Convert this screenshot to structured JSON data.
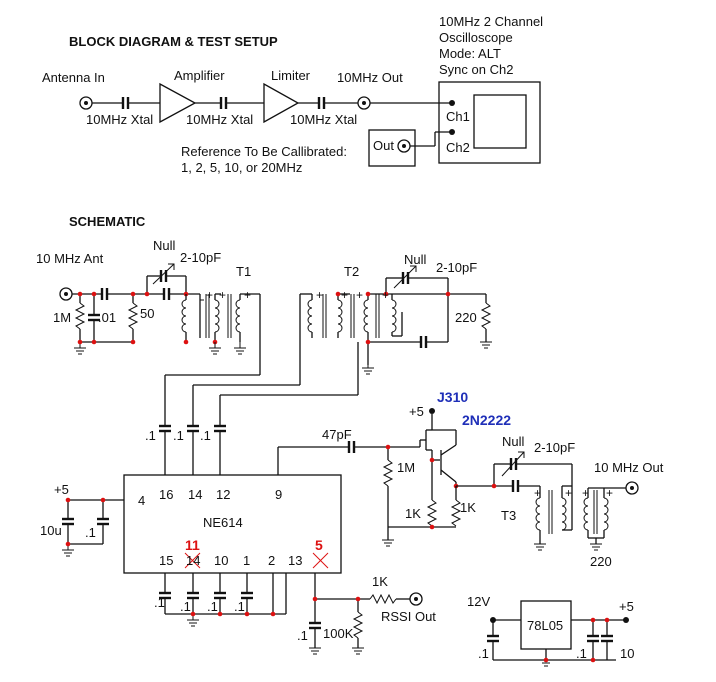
{
  "block": {
    "title": "BLOCK DIAGRAM & TEST SETUP",
    "antenna_in": "Antenna In",
    "amplifier": "Amplifier",
    "limiter": "Limiter",
    "out_10mhz": "10MHz Out",
    "xtal": "10MHz Xtal",
    "scope_line1": "10MHz 2 Channel",
    "scope_line2": "Oscilloscope",
    "scope_line3": "Mode: ALT",
    "scope_line4": "Sync on Ch2",
    "ch1": "Ch1",
    "ch2": "Ch2",
    "ref_out": "Out",
    "ref_line1": "Reference To Be Callibrated:",
    "ref_line2": "1, 2, 5, 10, or 20MHz"
  },
  "schematic": {
    "title": "SCHEMATIC",
    "ant": "10 MHz Ant",
    "null": "Null",
    "trim": "2-10pF",
    "t1": "T1",
    "t2": "T2",
    "t3": "T3",
    "r_1m": "1M",
    "c_01": ".01",
    "r_50": "50",
    "r_220": "220",
    "c_p1": ".1",
    "c_47pf": "47pF",
    "plus5": "+5",
    "c_10u": "10u",
    "ic": "NE614",
    "pins": {
      "p4": "4",
      "p16": "16",
      "p14": "14",
      "p12": "12",
      "p9": "9",
      "p15": "15",
      "p14b": "14",
      "p10": "10",
      "p1": "1",
      "p2": "2",
      "p13": "13"
    },
    "pin_fix_11": "11",
    "pin_fix_5": "5",
    "j310": "J310",
    "n2222": "2N2222",
    "r_1k": "1K",
    "out_10mhz": "10 MHz Out",
    "r_100k": "100K",
    "rssi": "RSSI Out",
    "v12": "12V",
    "reg": "78L05",
    "c_10": "10"
  }
}
